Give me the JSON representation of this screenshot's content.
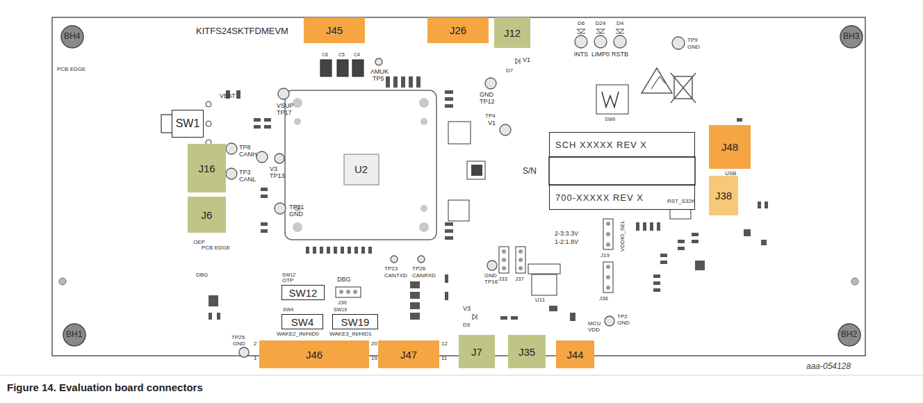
{
  "diagram": {
    "caption": "Figure 14. Evaluation board connectors",
    "nodes": [
      {
        "text": [
          "J45"
        ]
      },
      {
        "text": [
          "J26"
        ]
      },
      {
        "text": [
          "J12"
        ]
      },
      {
        "text": [
          "SW1"
        ]
      },
      {
        "text": [
          "J16"
        ]
      },
      {
        "text": [
          "J6"
        ]
      },
      {
        "text": [
          "SCH XXXXX REV X"
        ]
      },
      {
        "text": [
          "700-XXXXX REV X"
        ]
      },
      {
        "text": [
          "J48"
        ]
      },
      {
        "text": [
          "J38"
        ]
      },
      {
        "text": [
          "SW12"
        ]
      },
      {
        "text": [
          "SW4"
        ]
      },
      {
        "text": [
          "SW19"
        ]
      },
      {
        "text": [
          "J46"
        ]
      },
      {
        "text": [
          "J47"
        ]
      },
      {
        "text": [
          "J7"
        ]
      },
      {
        "text": [
          "J35"
        ]
      },
      {
        "text": [
          "J44"
        ]
      }
    ],
    "labels": [
      "KITFS24SKTFDMEVM",
      "BH4",
      "BH3",
      "BH1",
      "BH2",
      "PCB EDGE",
      "VBAT",
      "VSUP",
      "TP17",
      "TP8",
      "CANH",
      "TP3",
      "CANL",
      "V3",
      "TP13",
      "TP21",
      "GND",
      "OEP",
      "PCB EDGE",
      "DBG",
      "SW12",
      "OTP",
      "DBG",
      "J30",
      "TP23",
      "CANTXD",
      "TP26",
      "CANRXD",
      "SW4",
      "SW19",
      "WAKE2_IN/HID0",
      "WAKE3_IN/HID1",
      "TP25",
      "GND",
      "2",
      "1",
      "20",
      "19",
      "12",
      "11",
      "GND",
      "TP16",
      "V3",
      "D9",
      "AMUK",
      "TP5",
      "C6",
      "C5",
      "C4",
      "GND",
      "TP12",
      "TP4",
      "V1",
      "V1",
      "D7",
      "D6",
      "D24",
      "D4",
      "INTS",
      "LIMP0",
      "RSTB",
      "TP9",
      "GND",
      "SW9",
      "S/N",
      "USB",
      "RST_S32K",
      "2-3:3.3V",
      "1-2:1.8V",
      "VDDIO_SEL",
      "J19",
      "J33",
      "J37",
      "J36",
      "U11",
      "TP2",
      "GND",
      "MCU",
      "VDD",
      "U2",
      "aaa-054128"
    ]
  }
}
